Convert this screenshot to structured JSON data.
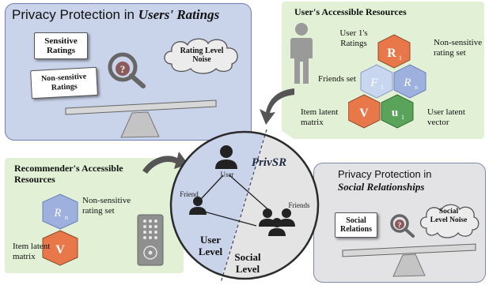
{
  "panel_users_ratings": {
    "title_plain": "Privacy Protection in ",
    "title_emph": "Users' Ratings",
    "sensitive_card": "Sensitive Ratings",
    "nonsensitive_card": "Non-sensitive Ratings",
    "noise_cloud": "Rating Level Noise"
  },
  "panel_user_resources": {
    "title": "User's Accessible Resources",
    "user1_ratings": "User 1's Ratings",
    "nonsensitive_set": "Non-sensitive rating set",
    "friends_set": "Friends set",
    "item_latent": "Item latent matrix",
    "user_latent": "User latent vector",
    "hex_R1": "R",
    "hex_R1_sub": "1",
    "hex_F1": "F",
    "hex_F1_sub": "1",
    "hex_Rn": "R",
    "hex_Rn_sub": "n",
    "hex_V": "V",
    "hex_u1": "u",
    "hex_u1_sub": "1"
  },
  "panel_recommender": {
    "title": "Recommender's Accessible Resources",
    "nonsensitive_set": "Non-sensitive rating set",
    "item_latent": "Item latent matrix",
    "hex_Rn": "R",
    "hex_Rn_sub": "n",
    "hex_V": "V"
  },
  "panel_social": {
    "title_plain": "Privacy Protection in",
    "title_emph": "Social Relationships",
    "relations_card": "Social Relations",
    "noise_cloud": "Social Level Noise"
  },
  "center": {
    "title": "PrivSR",
    "user_label": "User",
    "friend_label": "Friend",
    "friends_label": "Friends",
    "user_level": "User Level",
    "social_level": "Social Level"
  },
  "colors": {
    "hex_red": "#e8784a",
    "hex_green": "#5aa35a",
    "hex_blue": "#9db0de",
    "panel_blue": "#c9d3ea",
    "panel_green": "#e2f1d6",
    "panel_grey": "#e3e3e6"
  },
  "icons": [
    "person-icon",
    "magnifier-question-icon",
    "remote-control-icon",
    "curved-arrow-icon"
  ]
}
